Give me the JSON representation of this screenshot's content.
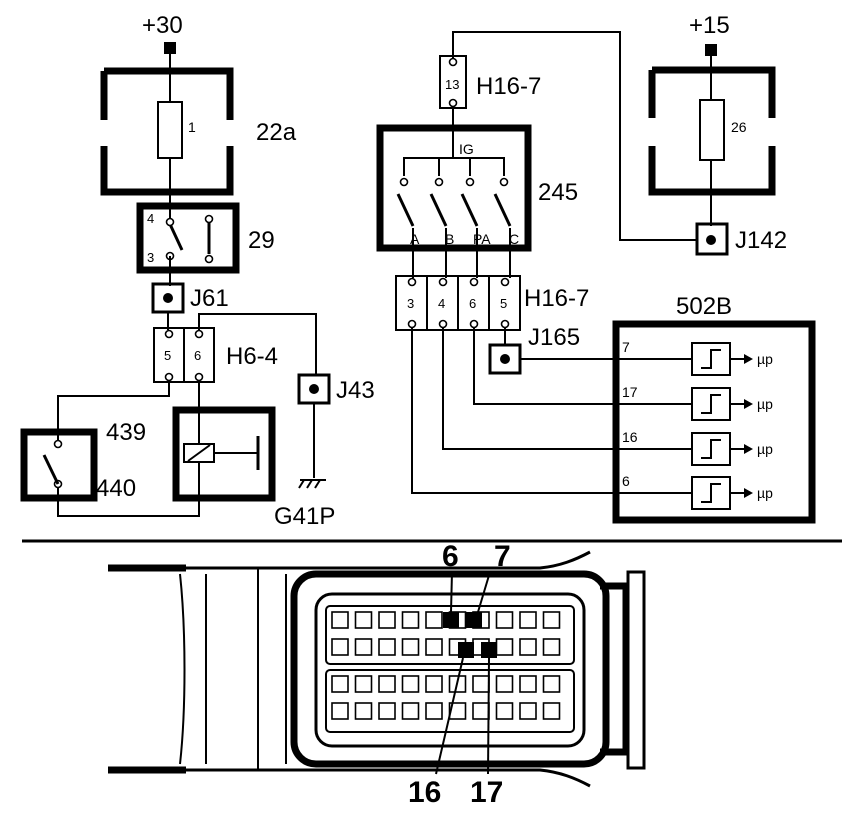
{
  "supplies": {
    "plus30": "+30",
    "plus15": "+15"
  },
  "fuses": {
    "f1": "1",
    "f26": "26"
  },
  "components": {
    "c22a": "22a",
    "c29": "29",
    "c245": "245",
    "c439": "439",
    "c440": "440",
    "c502B": "502B"
  },
  "connectors": {
    "h16_7_top": "H16-7",
    "h16_7_bottom": "H16-7",
    "h6_4": "H6-4",
    "j61": "J61",
    "j43": "J43",
    "j142": "J142",
    "j165": "J165",
    "g41p": "G41P"
  },
  "pins": {
    "h16_top_pin": "13",
    "relay29_pin4": "4",
    "relay29_pin3": "3",
    "h6_pin5": "5",
    "h6_pin6": "6",
    "h16_bottom": [
      "3",
      "4",
      "6",
      "5"
    ]
  },
  "switch245": {
    "ig": "IG",
    "positions": [
      "A",
      "B",
      "PA",
      "C"
    ]
  },
  "ecu_inputs": [
    {
      "pin": "7",
      "output": "µp"
    },
    {
      "pin": "17",
      "output": "µp"
    },
    {
      "pin": "16",
      "output": "µp"
    },
    {
      "pin": "6",
      "output": "µp"
    }
  ],
  "connector_view": {
    "top_left": "6",
    "top_right": "7",
    "bottom_left": "16",
    "bottom_right": "17"
  }
}
